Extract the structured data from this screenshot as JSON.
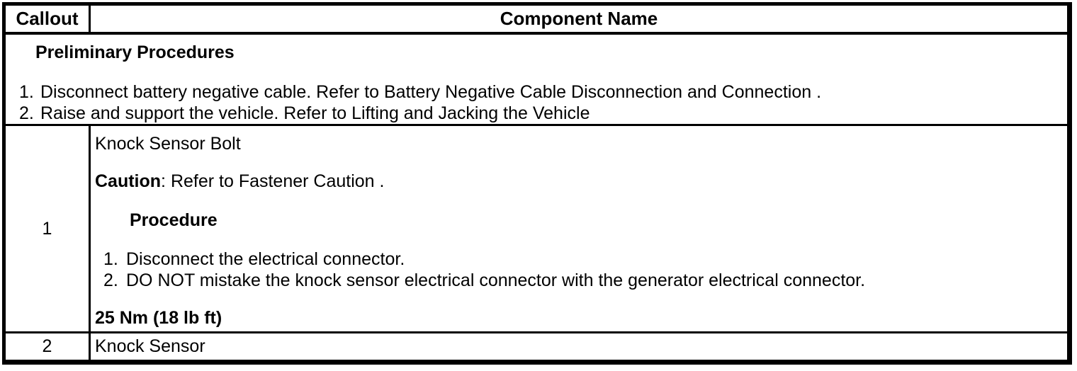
{
  "header": {
    "callout": "Callout",
    "component_name": "Component Name"
  },
  "preliminary": {
    "title": "Preliminary Procedures",
    "steps": [
      "Disconnect battery negative cable. Refer to Battery Negative Cable Disconnection and Connection .",
      "Raise and support the vehicle. Refer to Lifting and Jacking the Vehicle"
    ]
  },
  "rows": [
    {
      "callout": "1",
      "component": "Knock Sensor Bolt",
      "caution_label": "Caution",
      "caution_text": ": Refer to Fastener Caution .",
      "procedure_title": "Procedure",
      "procedure_steps": [
        "Disconnect the electrical connector.",
        "DO NOT mistake the knock sensor electrical connector with the generator electrical connector."
      ],
      "torque": "25 Nm (18 lb ft)"
    },
    {
      "callout": "2",
      "component": "Knock Sensor"
    }
  ],
  "colors": {
    "text": "#000000",
    "border": "#000000",
    "background": "#ffffff"
  }
}
